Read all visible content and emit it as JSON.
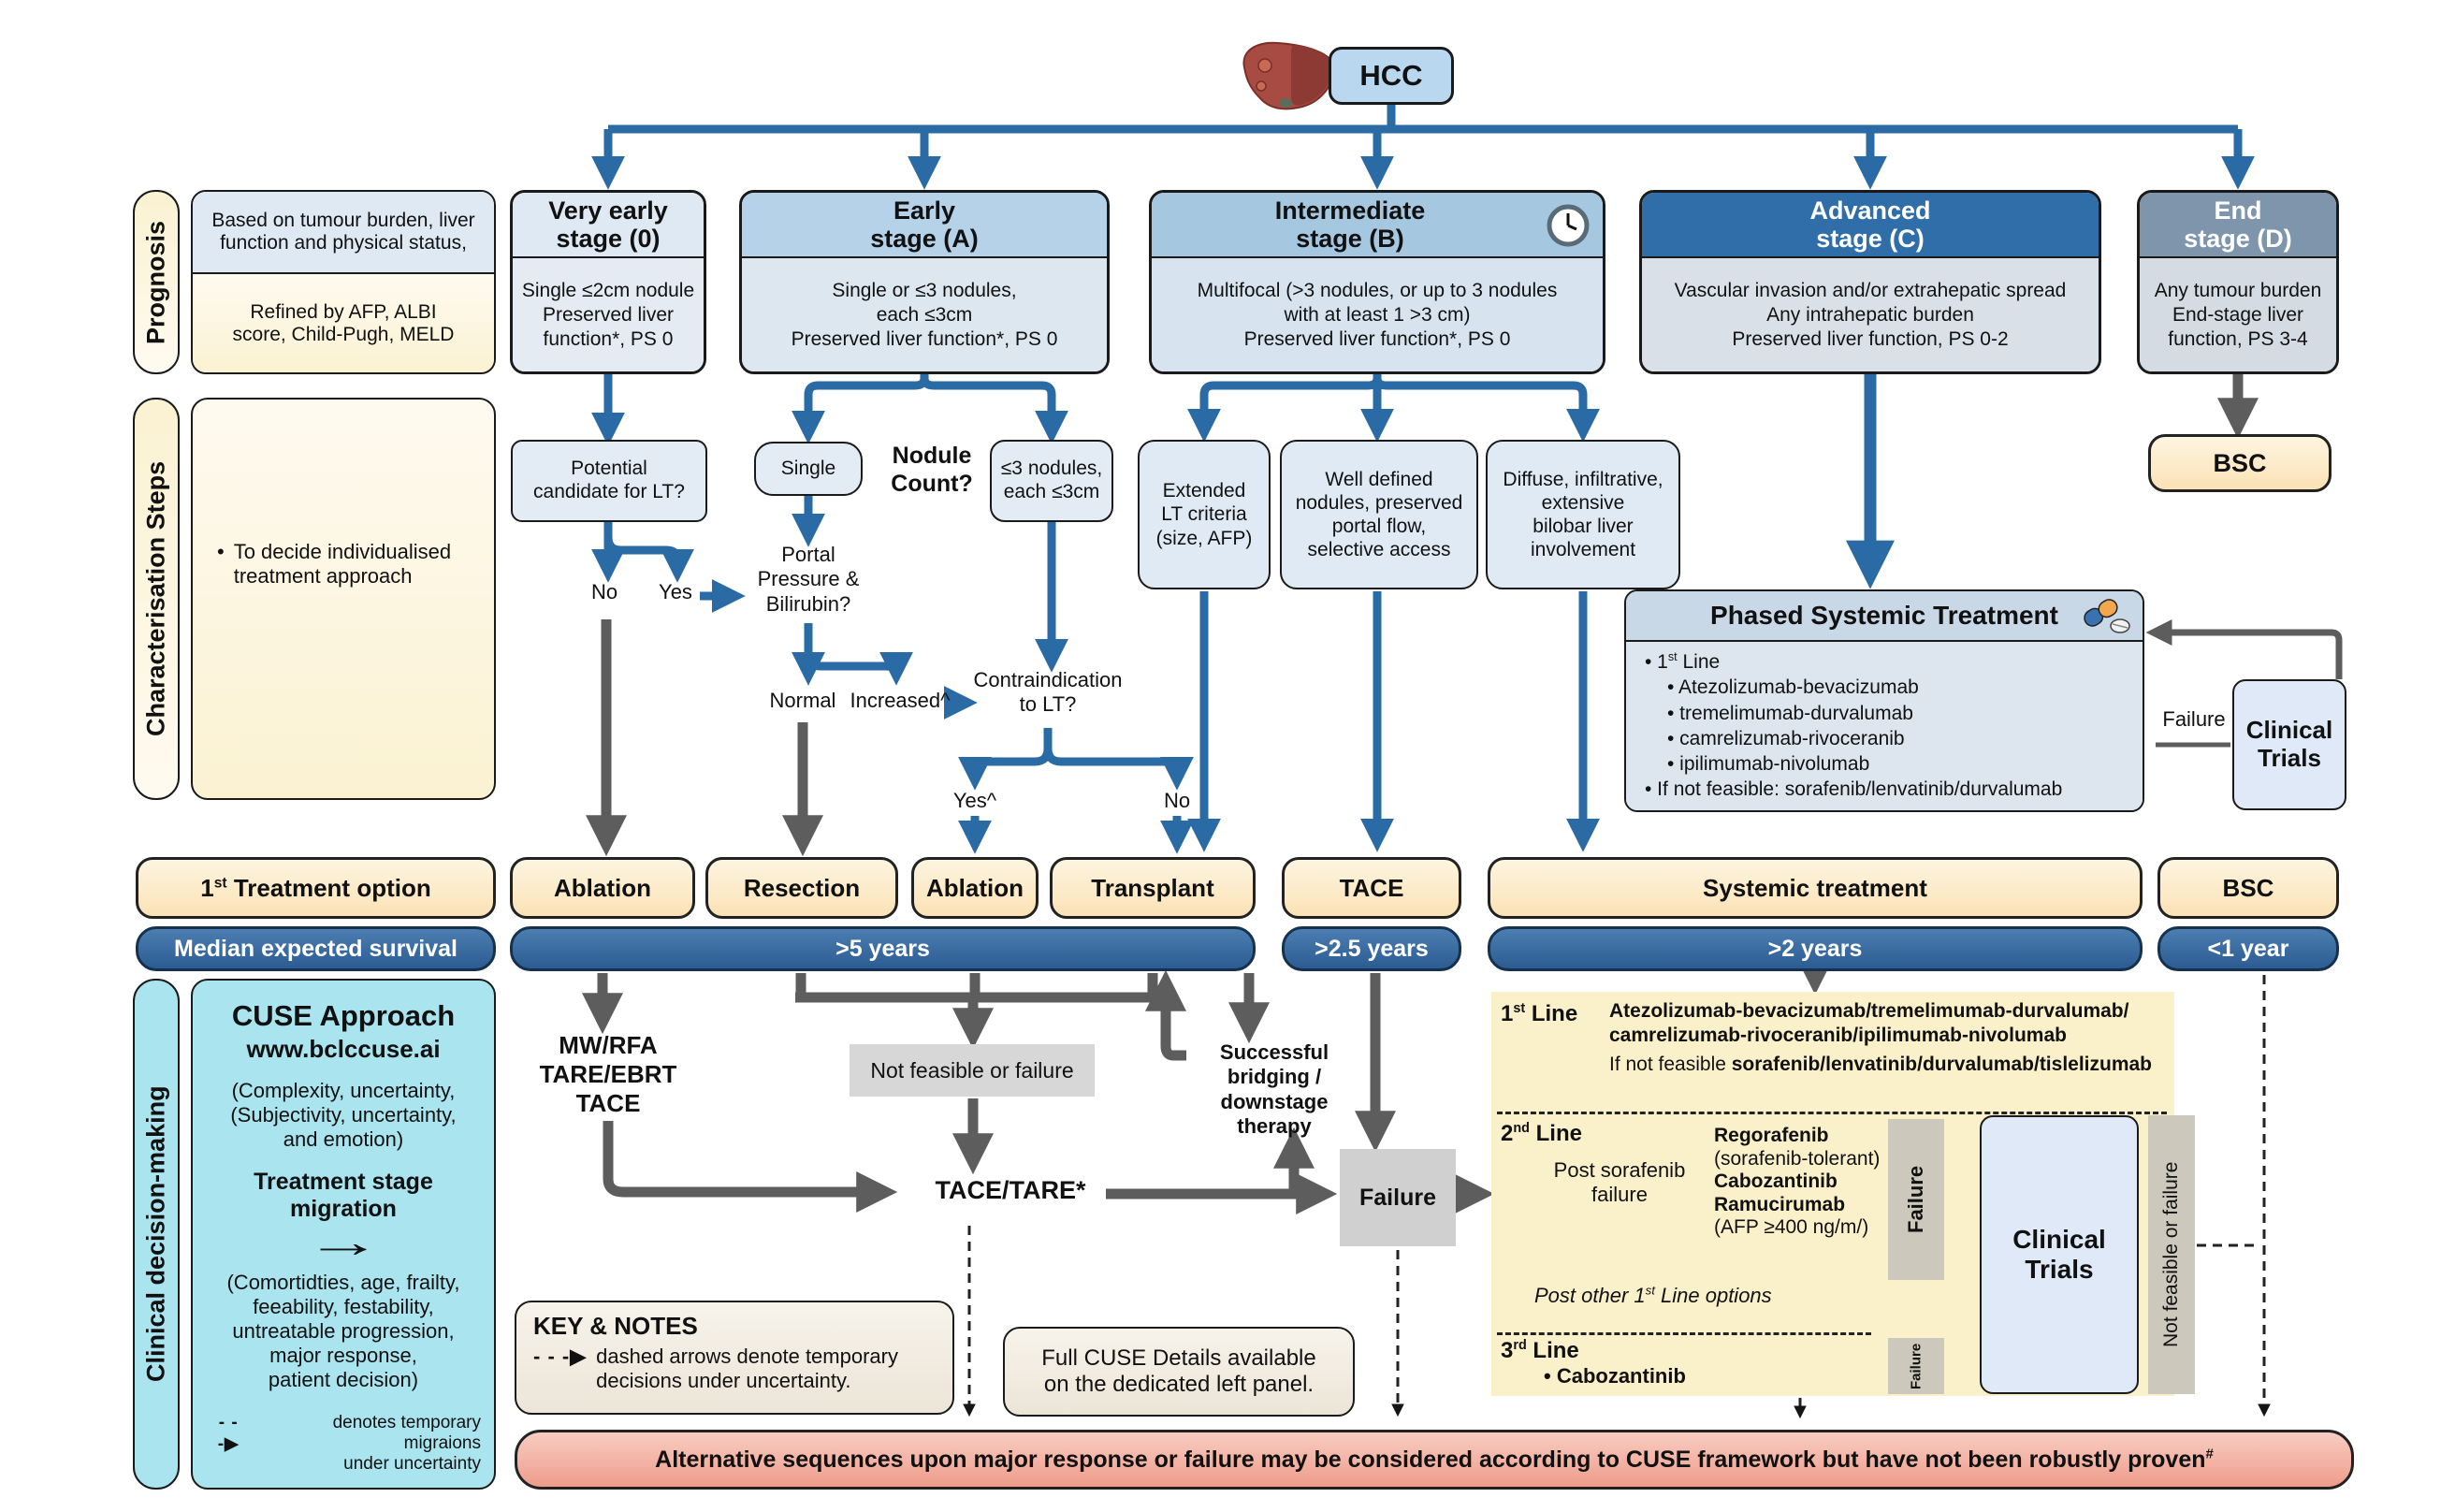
{
  "app": {
    "title": "HCC"
  },
  "icons": {
    "bullet": "•",
    "dashed_arrow": "- - -▶",
    "migration_arrow": "→"
  },
  "rows": {
    "prognosis_label": "Prognosis",
    "characterisation_label": "Characterisation Steps",
    "decision_label": "Clinical decision-making",
    "treatment_num": "1",
    "treatment_sup": "st",
    "treatment_rest": " Treatment option",
    "survival_label": "Median expected survival"
  },
  "prognosis": {
    "criteria": "Based on tumour burden, liver\nfunction and physical status,",
    "refined": "Refined by AFP, ALBI\nscore, Child-Pugh, MELD"
  },
  "characterisation": {
    "bullet_text": "To decide individualised\ntreatment approach"
  },
  "stages": [
    {
      "title": "Very early\nstage (0)",
      "body": "Single ≤2cm nodule\nPreserved liver\nfunction*, PS 0"
    },
    {
      "title": "Early\nstage (A)",
      "body": "Single or ≤3 nodules,\neach ≤3cm\nPreserved liver function*, PS 0"
    },
    {
      "title": "Intermediate\nstage (B)",
      "body": "Multifocal (>3 nodules, or up to 3 nodules\nwith at least 1 >3 cm)\nPreserved liver function*, PS 0"
    },
    {
      "title": "Advanced\nstage (C)",
      "body": "Vascular invasion and/or extrahepatic spread\nAny intrahepatic burden\nPreserved liver function, PS 0-2"
    },
    {
      "title": "End\nstage (D)",
      "body": "Any tumour burden\nEnd-stage liver\nfunction, PS 3-4"
    }
  ],
  "decisions": {
    "lt_candidate": "Potential\ncandidate for LT?",
    "no1": "No",
    "yes1": "Yes",
    "single": "Single",
    "nodule_count": "Nodule\nCount?",
    "nodules": "≤3 nodules,\neach ≤3cm",
    "portal": "Portal\nPressure &\nBilirubin?",
    "normal": "Normal",
    "increased": "Increased^",
    "contraindication": "Contraindication\nto LT?",
    "yes2": "Yes^",
    "no2": "No",
    "extended": "Extended\nLT criteria\n(size, AFP)",
    "well_defined": "Well defined\nnodules, preserved\nportal flow,\nselective access",
    "diffuse": "Diffuse, infiltrative,\nextensive\nbilobar liver\ninvolvement",
    "bsc": "BSC"
  },
  "phased": {
    "title": "Phased Systemic Treatment",
    "line_prefix": "• 1",
    "line_sup": "st",
    "line_rest": " Line",
    "drug1": "• Atezolizumab-bevacizumab",
    "drug2": "• tremelimumab-durvalumab",
    "drug3": "• camrelizumab-rivoceranib",
    "drug4": "• ipilimumab-nivolumab",
    "fallback": "• If not feasible: sorafenib/lenvatinib/durvalumab",
    "failure": "Failure",
    "clinical_trials": "Clinical\nTrials"
  },
  "treatments": {
    "ablation1": "Ablation",
    "resection": "Resection",
    "ablation2": "Ablation",
    "transplant": "Transplant",
    "tace": "TACE",
    "systemic": "Systemic treatment",
    "bsc": "BSC"
  },
  "survival": {
    "s5": ">5 years",
    "s25": ">2.5 years",
    "s2": ">2 years",
    "s1": "<1 year"
  },
  "cuse": {
    "title": "CUSE Approach",
    "url": "www.bclccuse.ai",
    "factors1": "(Complexity, uncertainty,\n(Subjectivity, uncertainty,\nand emotion)",
    "migration": "Treatment stage migration",
    "factors2": "(Comortidties, age, frailty,\nfeeability, festability,\nuntreatable progression,\nmajor response,\npatient decision)",
    "note": "denotes temporary migraions\nunder uncertainty"
  },
  "flow": {
    "mwrfa": "MW/RFA\nTARE/EBRT\nTACE",
    "not_feasible": "Not feasible or failure",
    "tace_tare": "TACE/TARE*",
    "bridging": "Successful\nbridging /\ndownstage therapy",
    "failure": "Failure"
  },
  "systemic_panel": {
    "l1_num": "1",
    "l1_sup": "st",
    "l1_rest": " Line",
    "l1_drugs": "Atezolizumab-bevacizumab/tremelimumab-durvalumab/\ncamrelizumab-rivoceranib/ipilimumab-nivolumab",
    "l1_fallback_pre": "If not feasible ",
    "l1_fallback_bold": "sorafenib/lenvatinib/durvalumab/tislelizumab",
    "l2_num": "2",
    "l2_sup": "nd",
    "l2_rest": " Line",
    "post_sorafenib": "Post sorafenib\nfailure",
    "regorafenib": "Regorafenib",
    "regorafenib_note": "(sorafenib-tolerant)",
    "cabozantinib": "Cabozantinib",
    "ramucirumab": "Ramucirumab",
    "ramucirumab_note": "(AFP ≥400 ng/m/)",
    "post_other_pre": "Post other 1",
    "post_other_sup": "st",
    "post_other_rest": " Line options",
    "l3_num": "3",
    "l3_sup": "rd",
    "l3_rest": " Line",
    "l3_drug": "• Cabozantinib",
    "failure1": "Failure",
    "failure2": "Failure",
    "clinical_trials": "Clinical\nTrials",
    "not_feasible": "Not feasible or failure"
  },
  "notes": {
    "key_title": "KEY & NOTES",
    "key_text": "dashed arrows denote temporary\ndecisions under uncertainty.",
    "cuse_details": "Full CUSE Details available\non the dedicated left panel.",
    "bottom": "Alternative sequences upon major response or failure may be considered according to CUSE framework but have not been robustly proven",
    "bottom_sup": "#"
  }
}
